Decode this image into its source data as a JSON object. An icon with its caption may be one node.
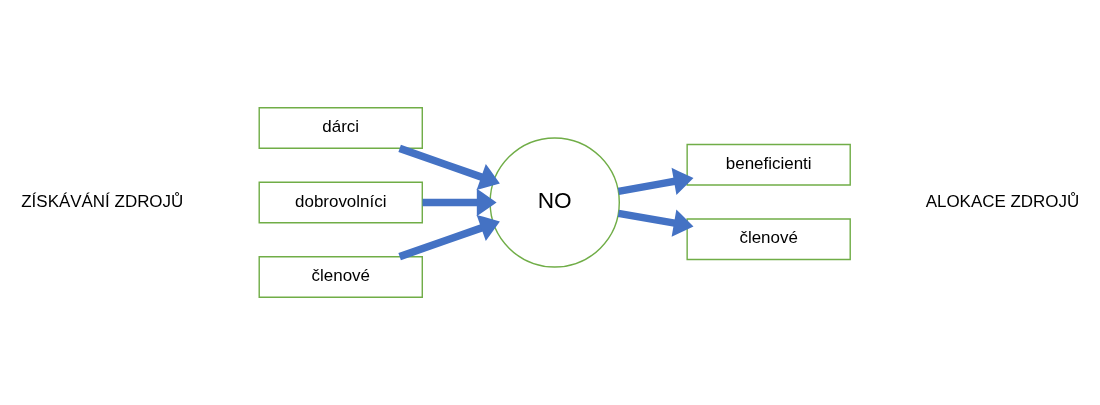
{
  "diagram": {
    "nodes": [
      {
        "text": [
          "dárci"
        ]
      },
      {
        "text": [
          "dobrovolníci"
        ]
      },
      {
        "text": [
          "členové"
        ]
      },
      {
        "text": [
          "NO"
        ]
      },
      {
        "text": [
          "beneficienti"
        ]
      },
      {
        "text": [
          "členové"
        ]
      }
    ],
    "edges": [
      {
        "from": 0,
        "to": 3,
        "arrow": "to"
      },
      {
        "from": 1,
        "to": 3,
        "arrow": "to"
      },
      {
        "from": 2,
        "to": 3,
        "arrow": "to"
      },
      {
        "from": 3,
        "to": 4,
        "arrow": "to"
      },
      {
        "from": 3,
        "to": 5,
        "arrow": "to"
      }
    ],
    "labels": [
      "ZÍSKÁVÁNÍ ZDROJŮ",
      "ALOKACE ZDROJŮ"
    ]
  }
}
